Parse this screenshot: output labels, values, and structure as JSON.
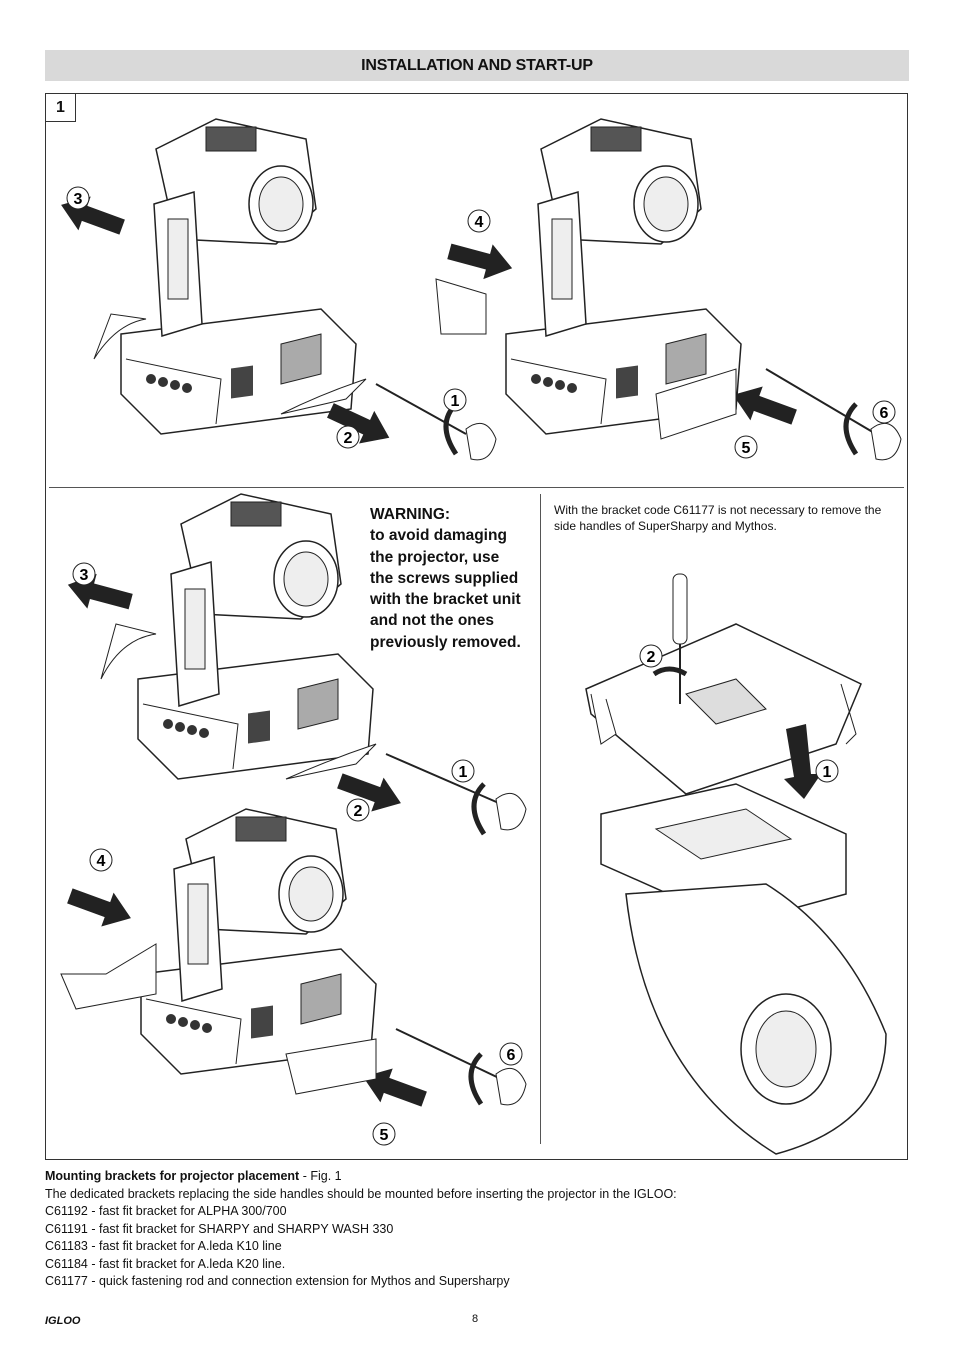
{
  "header": {
    "title": "INSTALLATION AND START-UP"
  },
  "figure": {
    "number": "1",
    "callouts": {
      "tl": [
        "3",
        "1",
        "2"
      ],
      "tr": [
        "4",
        "6",
        "5"
      ],
      "ml": [
        "3",
        "1",
        "2"
      ],
      "bl": [
        "4",
        "6",
        "5"
      ],
      "right": [
        "2",
        "1"
      ]
    },
    "warning": {
      "title": "WARNING:",
      "lines": [
        "to avoid damaging",
        "the projector, use",
        "the screws supplied",
        "with the bracket unit",
        "and not the ones",
        "previously removed."
      ]
    },
    "bracket_note": "With the bracket code C61177 is not necessary to remove the side handles of SuperSharpy and Mythos."
  },
  "caption": {
    "title": "Mounting brackets for projector placement",
    "fig_ref": " - Fig. 1",
    "intro": "The dedicated brackets replacing the side handles should be mounted before inserting the projector in the IGLOO:",
    "items": [
      "C61192 - fast fit bracket for ALPHA 300/700",
      "C61191 - fast fit bracket for SHARPY and SHARPY WASH 330",
      "C61183 - fast fit bracket for A.leda K10 line",
      "C61184 - fast fit bracket for A.leda K20 line.",
      "C61177 - quick fastening rod and connection extension for Mythos and Supersharpy"
    ]
  },
  "footer": {
    "brand": "IGLOO",
    "page": "8"
  },
  "colors": {
    "header_bg": "#d9d9d9",
    "line": "#222222"
  }
}
